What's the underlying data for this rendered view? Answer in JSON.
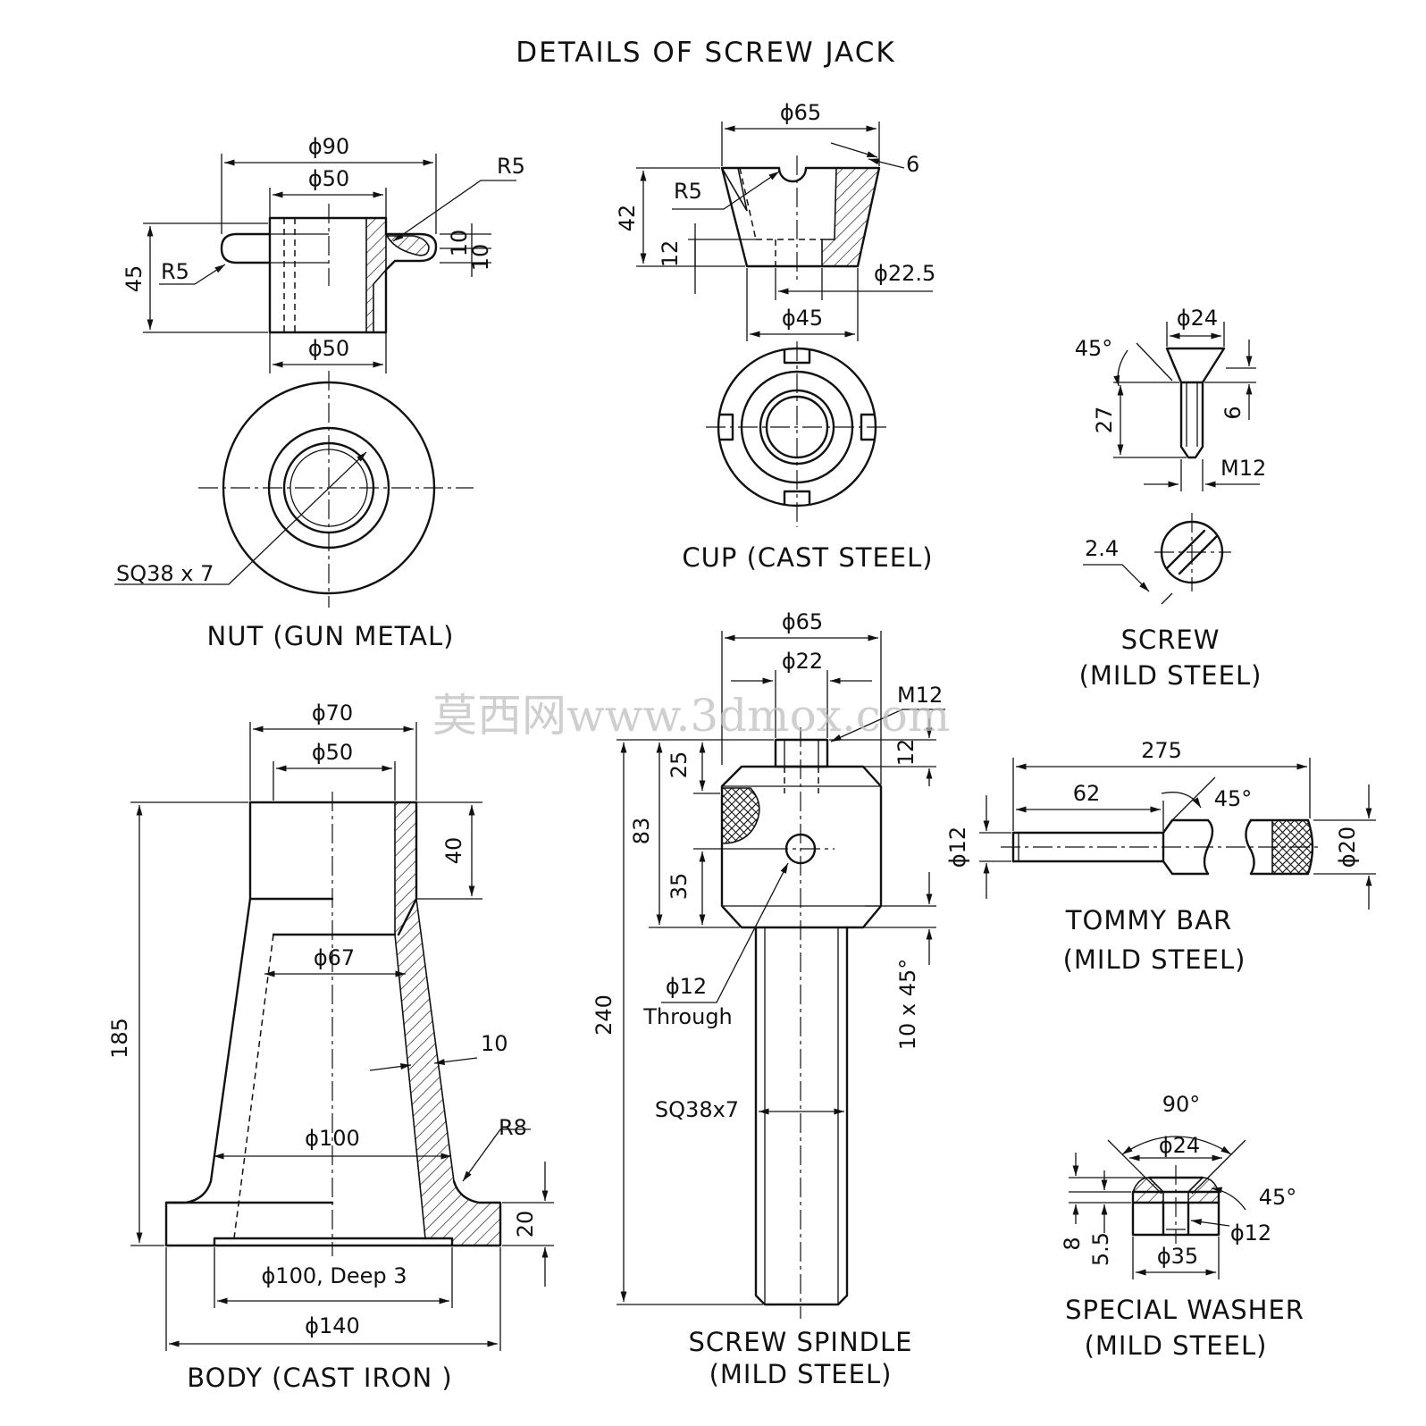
{
  "title": "DETAILS OF SCREW JACK",
  "watermark": "莫西网www.3dmox.com",
  "nut": {
    "label": "NUT (GUN METAL)",
    "dims": {
      "d90": "ϕ90",
      "d50_top": "ϕ50",
      "d50_bot": "ϕ50",
      "r5_right": "R5",
      "r5_left": "R5",
      "h45": "45",
      "t10a": "10",
      "t10b": "10",
      "thread": "SQ38 x 7"
    }
  },
  "cup": {
    "label": "CUP (CAST STEEL)",
    "dims": {
      "d65": "ϕ65",
      "t6": "6",
      "r5": "R5",
      "h42": "42",
      "h12": "12",
      "d22_5": "ϕ22.5",
      "d45": "ϕ45"
    }
  },
  "screw": {
    "label1": "SCREW",
    "label2": "(MILD STEEL)",
    "dims": {
      "a45": "45°",
      "d24": "ϕ24",
      "h27": "27",
      "h6": "6",
      "m12": "M12",
      "s2_4": "2.4"
    }
  },
  "spindle": {
    "label1": "SCREW SPINDLE",
    "label2": "(MILD STEEL)",
    "dims": {
      "d65": "ϕ65",
      "d22": "ϕ22",
      "m12": "M12",
      "h12": "12",
      "h25": "25",
      "h83": "83",
      "h35": "35",
      "h240": "240",
      "chamfer": "10 x 45°",
      "hole": "ϕ12",
      "through": "Through",
      "thread": "SQ38x7"
    }
  },
  "tommy": {
    "label1": "TOMMY BAR",
    "label2": "(MILD STEEL)",
    "dims": {
      "l275": "275",
      "l62": "62",
      "a45": "45°",
      "d12": "ϕ12",
      "d20": "ϕ20"
    }
  },
  "body": {
    "label": "BODY (CAST IRON )",
    "dims": {
      "d70": "ϕ70",
      "d50": "ϕ50",
      "h40": "40",
      "d67": "ϕ67",
      "h185": "185",
      "t10": "10",
      "r8": "R8",
      "d100": "ϕ100",
      "h20": "20",
      "recess": "ϕ100, Deep 3",
      "d140": "ϕ140"
    }
  },
  "washer": {
    "label1": "SPECIAL WASHER",
    "label2": "(MILD STEEL)",
    "dims": {
      "a90": "90°",
      "d24": "ϕ24",
      "a45": "45°",
      "h8": "8",
      "h5_5": "5.5",
      "d12": "ϕ12",
      "d35": "ϕ35"
    }
  }
}
